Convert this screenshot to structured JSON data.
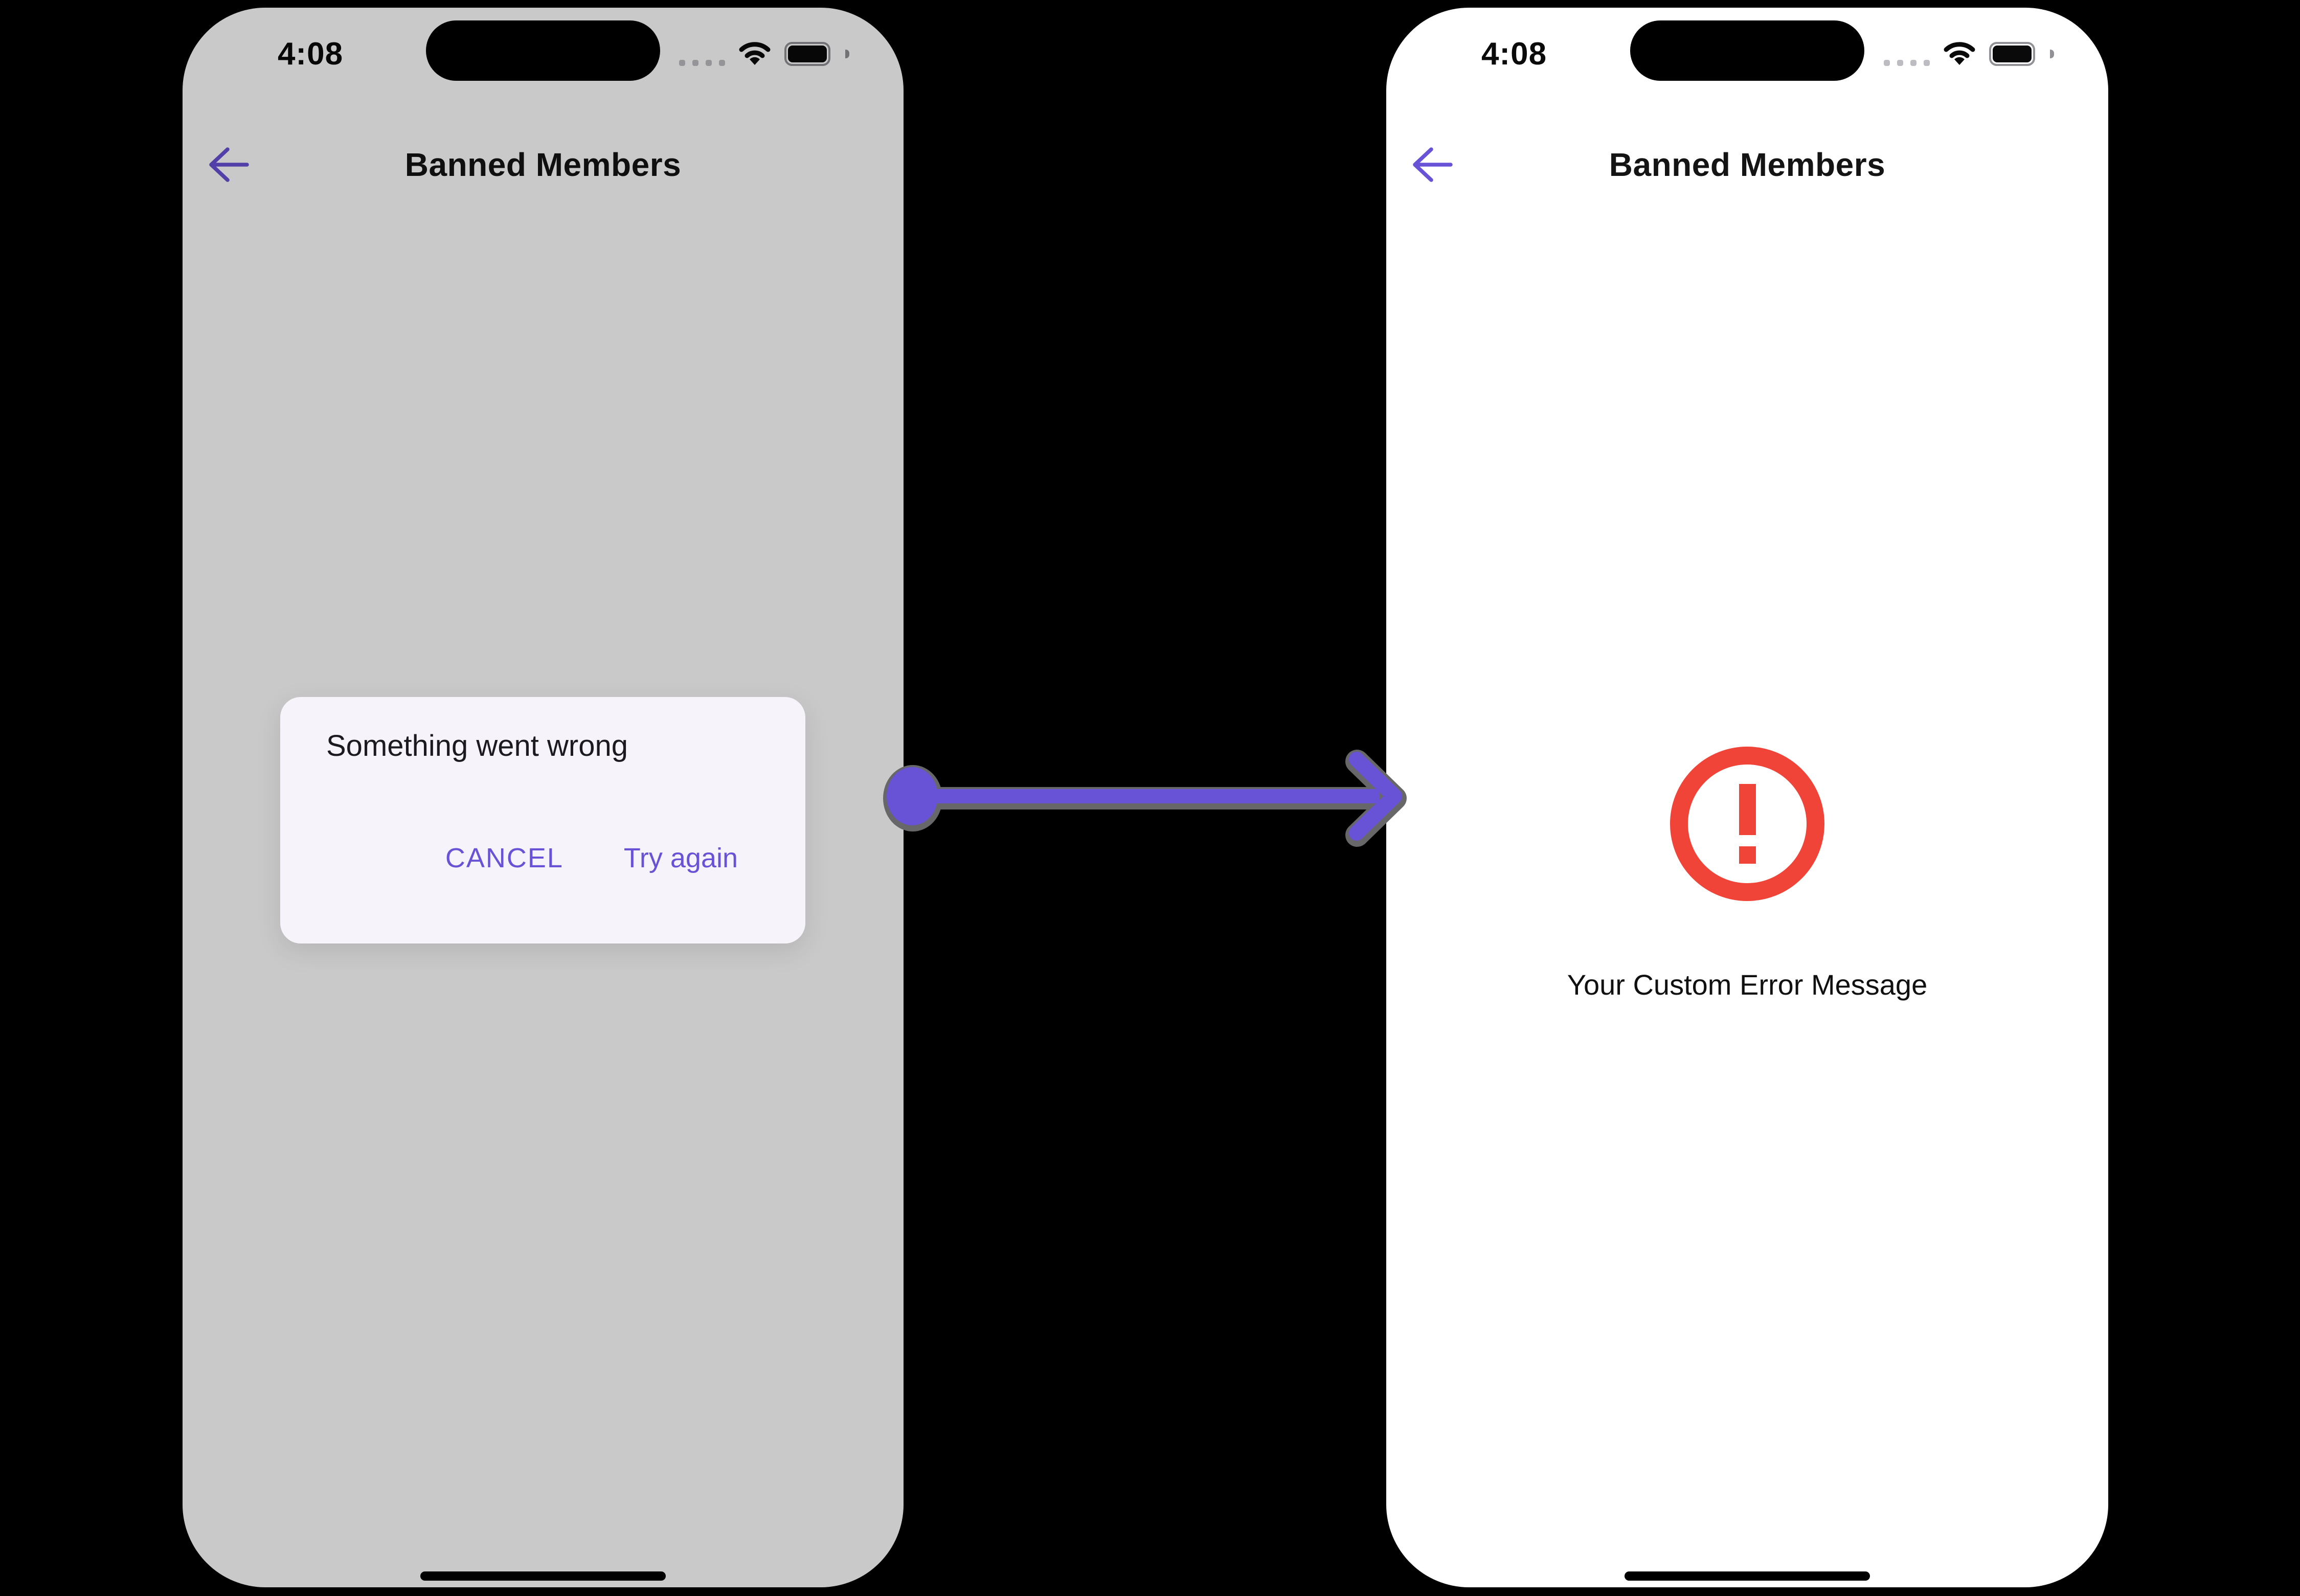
{
  "left_screen": {
    "status_bar": {
      "time": "4:08"
    },
    "nav": {
      "title": "Banned Members"
    },
    "dialog": {
      "title": "Something went wrong",
      "cancel_label": "CANCEL",
      "try_again_label": "Try again"
    }
  },
  "right_screen": {
    "status_bar": {
      "time": "4:08"
    },
    "nav": {
      "title": "Banned Members"
    },
    "error": {
      "message": "Your Custom Error Message"
    }
  },
  "icons": {
    "back": "arrow-left-icon",
    "cellular": "cellular-signal-dots-icon",
    "wifi": "wifi-icon",
    "battery": "battery-icon",
    "error": "error-exclamation-circle-icon",
    "transition": "right-arrow-connector-icon",
    "home": "home-indicator-bar"
  },
  "colors": {
    "page_bg": "#000000",
    "screen_bg": "#FFFFFF",
    "scrim": "rgba(0,0,0,0.21)",
    "primary_purple": "#6852D6",
    "error_red": "#F04438",
    "dialog_bg": "#F6F3FA",
    "title_color": "#141414",
    "dialog_text": "#1B1B1F",
    "status_black": "#0A0A0A",
    "battery_border": "#919196",
    "cellular_dots": "#BDBCC2",
    "shadow_gray": "#67676A"
  }
}
